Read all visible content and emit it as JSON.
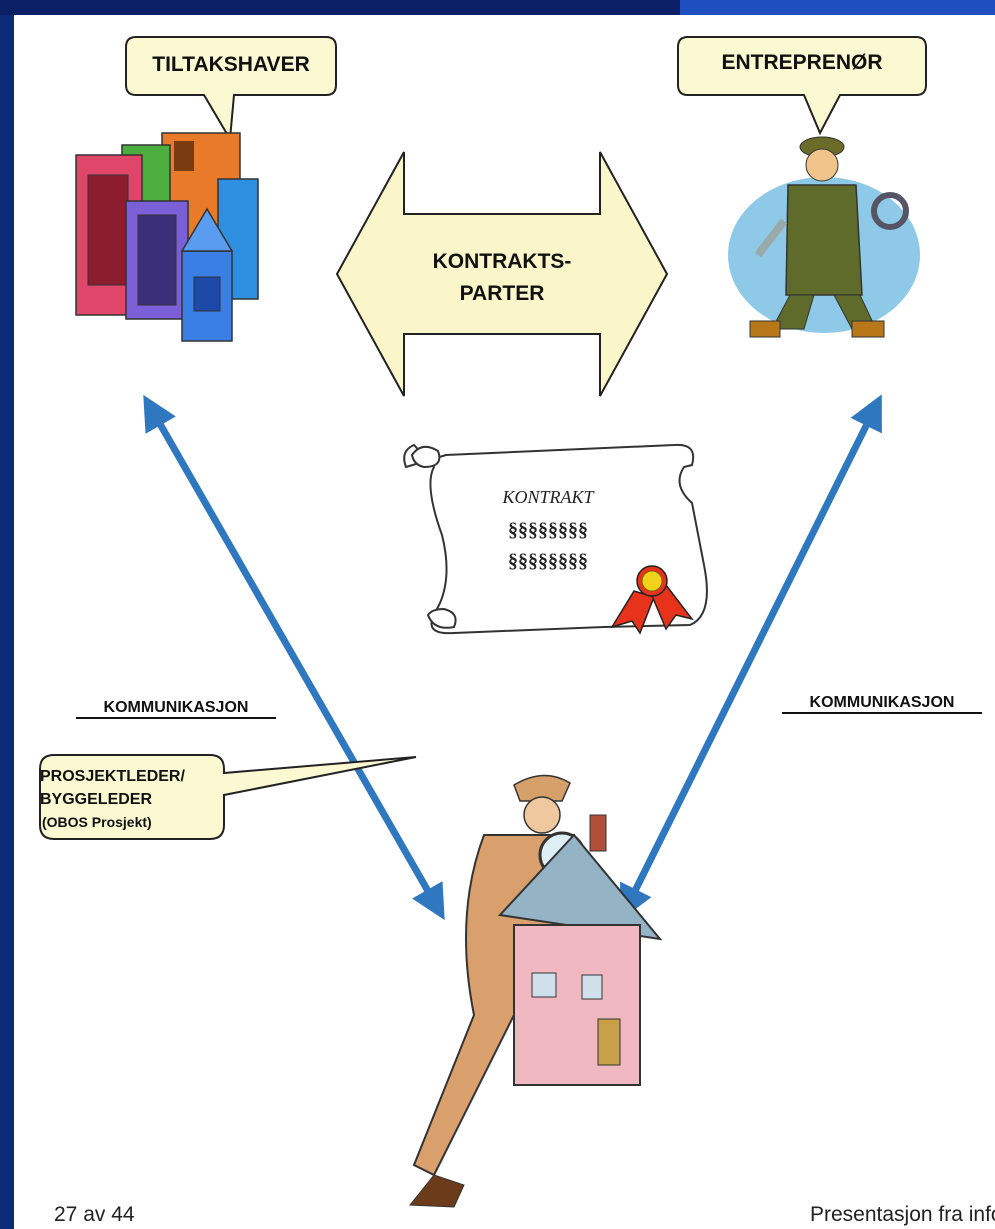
{
  "labels": {
    "tiltakshaver": "TILTAKSHAVER",
    "entreprenor": "ENTREPRENØR",
    "arrow_line1": "KONTRAKTS-",
    "arrow_line2": "PARTER",
    "kommunikasjon_left": "KOMMUNIKASJON",
    "kommunikasjon_right": "KOMMUNIKASJON",
    "prosjektleder_line1": "PROSJEKTLEDER/",
    "prosjektleder_line2": "BYGGELEDER",
    "prosjektleder_line3": "(OBOS Prosjekt)"
  },
  "scroll": {
    "title": "KONTRAKT",
    "line1": "§§§§§§§§",
    "line2": "§§§§§§§§"
  },
  "footer": {
    "page": "27 av 44",
    "source": "Presentasjon fra info"
  },
  "colors": {
    "slide_border": "#0b2a78",
    "arrow_blue": "#2f77bf",
    "callout_fill": "#fbf9d2",
    "big_arrow_fill": "#fbf6c9",
    "seal_red": "#e8331c",
    "seal_gold": "#f2d21a"
  }
}
